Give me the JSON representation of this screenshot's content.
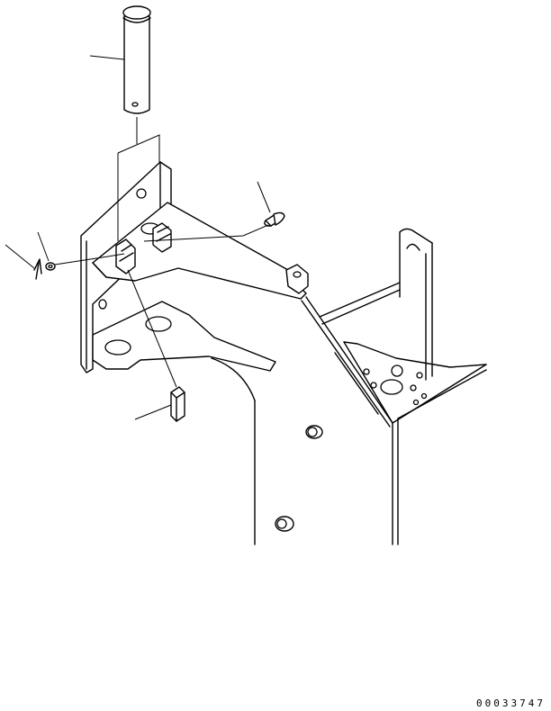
{
  "drawing": {
    "number": "00033747",
    "background_color": "#ffffff",
    "line_color": "#000000",
    "parts": [
      {
        "name": "pin",
        "icon": "pin-icon"
      },
      {
        "name": "bolt",
        "icon": "bolt-icon"
      },
      {
        "name": "washer",
        "icon": "washer-icon"
      },
      {
        "name": "cotter-pin",
        "icon": "cotter-pin-icon"
      },
      {
        "name": "key-plate",
        "icon": "key-plate-icon"
      },
      {
        "name": "bracket",
        "icon": "bracket-icon"
      },
      {
        "name": "frame",
        "icon": "frame-icon"
      }
    ]
  }
}
